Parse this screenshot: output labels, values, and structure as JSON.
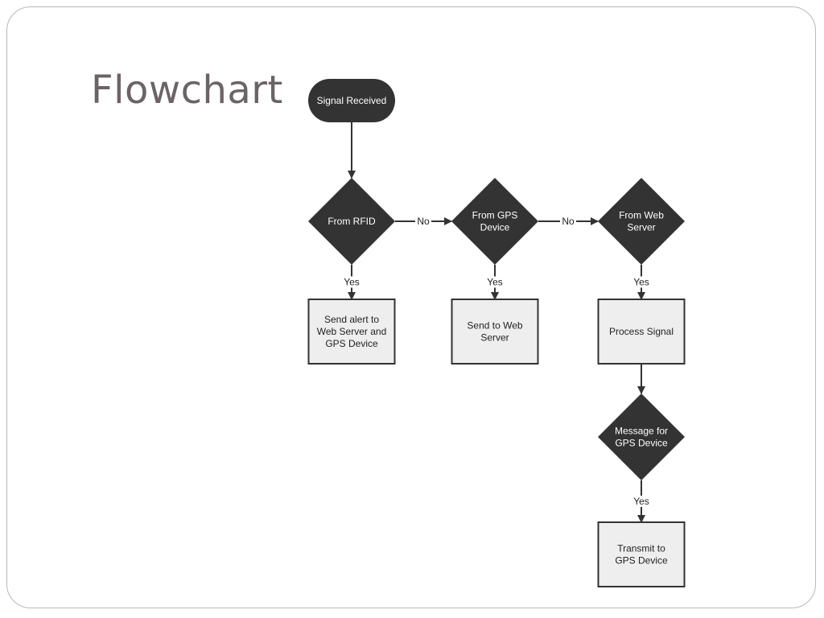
{
  "slide": {
    "title": "Flowchart"
  },
  "flowchart": {
    "nodes": {
      "signal_received": {
        "type": "terminal",
        "lines": [
          "Signal Received"
        ]
      },
      "from_rfid": {
        "type": "decision",
        "lines": [
          "From RFID"
        ]
      },
      "from_gps": {
        "type": "decision",
        "lines": [
          "From GPS",
          "Device"
        ]
      },
      "from_web": {
        "type": "decision",
        "lines": [
          "From Web",
          "Server"
        ]
      },
      "send_alert": {
        "type": "process",
        "lines": [
          "Send alert to",
          "Web Server and",
          "GPS Device"
        ]
      },
      "send_web": {
        "type": "process",
        "lines": [
          "Send to Web",
          "Server"
        ]
      },
      "process_signal": {
        "type": "process",
        "lines": [
          "Process Signal"
        ]
      },
      "message_gps": {
        "type": "decision",
        "lines": [
          "Message for",
          "GPS Device"
        ]
      },
      "transmit_gps": {
        "type": "process",
        "lines": [
          "Transmit to",
          "GPS Device"
        ]
      }
    },
    "edges": [
      {
        "from": "signal_received",
        "to": "from_rfid",
        "label": ""
      },
      {
        "from": "from_rfid",
        "to": "from_gps",
        "label": "No"
      },
      {
        "from": "from_gps",
        "to": "from_web",
        "label": "No"
      },
      {
        "from": "from_rfid",
        "to": "send_alert",
        "label": "Yes"
      },
      {
        "from": "from_gps",
        "to": "send_web",
        "label": "Yes"
      },
      {
        "from": "from_web",
        "to": "process_signal",
        "label": "Yes"
      },
      {
        "from": "process_signal",
        "to": "message_gps",
        "label": ""
      },
      {
        "from": "message_gps",
        "to": "transmit_gps",
        "label": "Yes"
      }
    ]
  },
  "colors": {
    "dark_fill": "#333333",
    "process_fill": "#eeeeee",
    "stroke": "#333333",
    "title": "#6b6366"
  }
}
